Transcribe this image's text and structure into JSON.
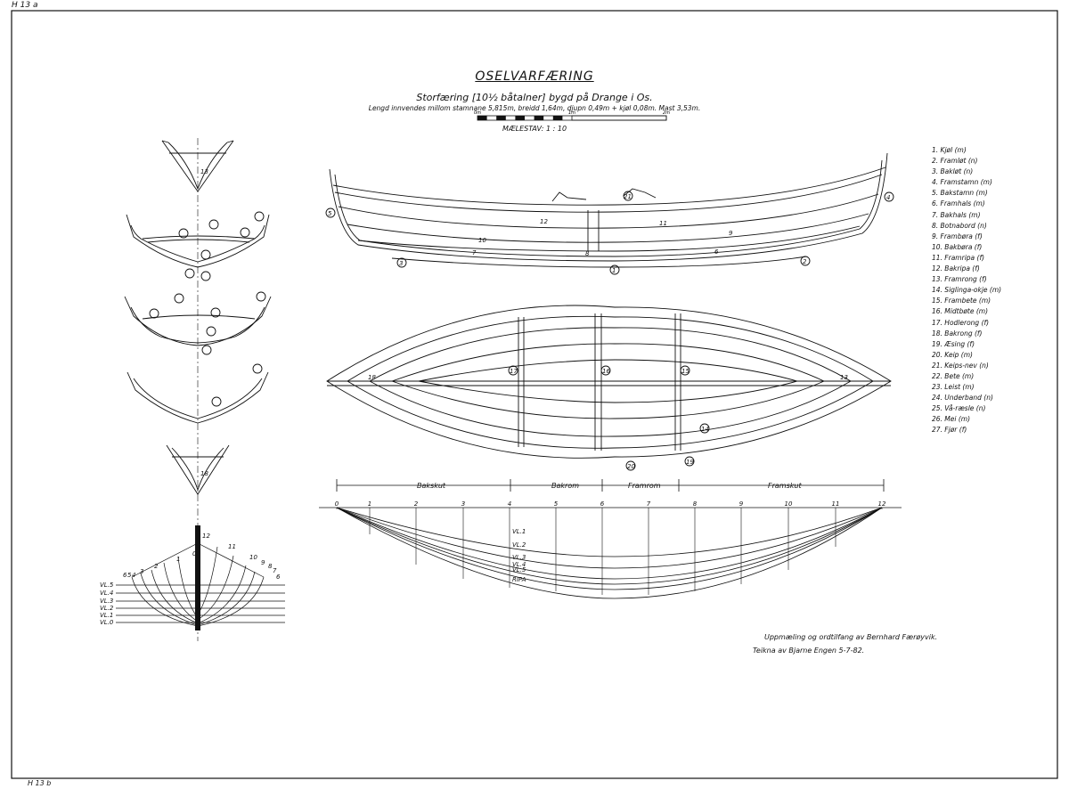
{
  "sheet": {
    "corner_top": "H 13 a",
    "corner_bottom": "H 13 b",
    "title": "OSELVARFÆRING",
    "subtitle": "Storfæring [10½ båtalner]  bygd på  Drange  i  Os.",
    "dimensions": "Lengd innvendes millom stamnane 5,815m, breidd 1,64m, djupn 0,49m + kjøl 0,08m. Mast 3,53m.",
    "scale_bar": {
      "left": "0m",
      "mid": "1m",
      "right": "2m"
    },
    "scale_label": "MÆLESTAV: 1 : 10",
    "credit_line_1": "Uppmæling og ordtilfang av Bernhard Færøyvik.",
    "credit_line_2": "Teikna av Bjarne Engen  5-7-82."
  },
  "legend": [
    "1. Kjøl (m)",
    "2. Framløt (n)",
    "3. Bakløt (n)",
    "4. Framstamn (m)",
    "5. Bakstamn (m)",
    "6. Framhals (m)",
    "7. Bakhals (m)",
    "8. Botnabord (n)",
    "9. Frambøra (f)",
    "10. Bakbøra (f)",
    "11. Framripa (f)",
    "12. Bakripa (f)",
    "13. Framrong (f)",
    "14. Siglinga-okje (m)",
    "15. Frambete (m)",
    "16. Midtbøte (m)",
    "17. Hodlerong (f)",
    "18. Bakrong (f)",
    "19. Æsing (f)",
    "20. Keip (m)",
    "21. Keips-nev (n)",
    "22. Bete (m)",
    "23. Leist (m)",
    "24. Underband (n)",
    "25. Vå-ræsle (n)",
    "26. Mei (m)",
    "27. Fjør (f)"
  ],
  "sections": {
    "top": "13",
    "bottom": "18"
  },
  "body_plan": {
    "waterlines": [
      "VL.5",
      "VL.4",
      "VL.3",
      "VL.2",
      "VL.1",
      "VL.0"
    ],
    "station_labels": [
      "6",
      "5",
      "4",
      "3",
      "2",
      "1",
      "0",
      "12",
      "11",
      "10",
      "9",
      "8",
      "7",
      "6"
    ]
  },
  "profile_labels": [
    "12",
    "11",
    "10",
    "9",
    "7",
    "8",
    "6",
    "5",
    "4",
    "3",
    "1",
    "2",
    "21"
  ],
  "plan_labels": [
    "18",
    "17",
    "16",
    "15",
    "14",
    "13",
    "19",
    "20"
  ],
  "partition": {
    "labels": [
      "Bakskut",
      "Bakrom",
      "Framrom",
      "Framskut"
    ]
  },
  "stations": [
    "0",
    "1",
    "2",
    "3",
    "4",
    "5",
    "6",
    "7",
    "8",
    "9",
    "10",
    "11",
    "12"
  ],
  "waterline_plan": [
    "VL.1",
    "VL.2",
    "VL.3",
    "VL.4",
    "VL.5",
    "RIPA"
  ]
}
